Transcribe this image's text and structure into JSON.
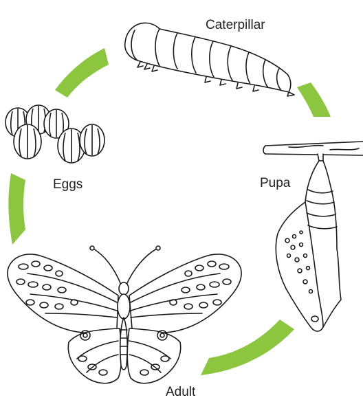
{
  "diagram": {
    "stages": {
      "caterpillar": "Caterpillar",
      "pupa": "Pupa",
      "eggs": "Eggs",
      "adult": "Adult"
    },
    "colors": {
      "arrow": "#8cc63f",
      "outline": "#1a1a1a",
      "fill": "#ffffff",
      "text": "#222222"
    },
    "icons": [
      "caterpillar-illustration",
      "pupa-illustration",
      "eggs-illustration",
      "butterfly-illustration",
      "cycle-arrow"
    ]
  }
}
